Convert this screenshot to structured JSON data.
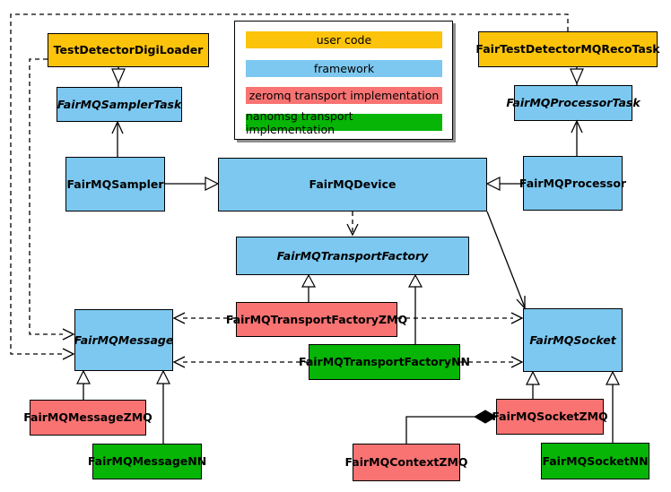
{
  "colors": {
    "user_code": "#fcc30b",
    "framework": "#7cc8f0",
    "zeromq": "#f97373",
    "nanomsg": "#06b506",
    "line": "#000000",
    "background": "#ffffff"
  },
  "legend": {
    "items": [
      {
        "label": "user code",
        "color": "#fcc30b"
      },
      {
        "label": "framework",
        "color": "#7cc8f0"
      },
      {
        "label": "zeromq transport implementation",
        "color": "#f97373"
      },
      {
        "label": "nanomsg transport implementation",
        "color": "#06b506"
      }
    ]
  },
  "nodes": {
    "test_detector_digi_loader": {
      "label": "TestDetectorDigiLoader",
      "category": "user code",
      "abstract": false
    },
    "fair_test_detector_mq_reco_task": {
      "label": "FairTestDetectorMQRecoTask",
      "category": "user code",
      "abstract": false
    },
    "fairmq_sampler_task": {
      "label": "FairMQSamplerTask",
      "category": "framework",
      "abstract": true
    },
    "fairmq_processor_task": {
      "label": "FairMQProcessorTask",
      "category": "framework",
      "abstract": true
    },
    "fairmq_sampler": {
      "label": "FairMQSampler",
      "category": "framework",
      "abstract": false
    },
    "fairmq_device": {
      "label": "FairMQDevice",
      "category": "framework",
      "abstract": false
    },
    "fairmq_processor": {
      "label": "FairMQProcessor",
      "category": "framework",
      "abstract": false
    },
    "fairmq_transport_factory": {
      "label": "FairMQTransportFactory",
      "category": "framework",
      "abstract": true
    },
    "fairmq_transport_factory_zmq": {
      "label": "FairMQTransportFactoryZMQ",
      "category": "zeromq",
      "abstract": false
    },
    "fairmq_transport_factory_nn": {
      "label": "FairMQTransportFactoryNN",
      "category": "nanomsg",
      "abstract": false
    },
    "fairmq_message": {
      "label": "FairMQMessage",
      "category": "framework",
      "abstract": true
    },
    "fairmq_socket": {
      "label": "FairMQSocket",
      "category": "framework",
      "abstract": true
    },
    "fairmq_message_zmq": {
      "label": "FairMQMessageZMQ",
      "category": "zeromq",
      "abstract": false
    },
    "fairmq_message_nn": {
      "label": "FairMQMessageNN",
      "category": "nanomsg",
      "abstract": false
    },
    "fairmq_context_zmq": {
      "label": "FairMQContextZMQ",
      "category": "zeromq",
      "abstract": false
    },
    "fairmq_socket_zmq": {
      "label": "FairMQSocketZMQ",
      "category": "zeromq",
      "abstract": false
    },
    "fairmq_socket_nn": {
      "label": "FairMQSocketNN",
      "category": "nanomsg",
      "abstract": false
    }
  },
  "edges": [
    {
      "from": "TestDetectorDigiLoader",
      "to": "FairMQSamplerTask",
      "type": "generalization-hollow-triangle",
      "style": "solid"
    },
    {
      "from": "FairTestDetectorMQRecoTask",
      "to": "FairMQProcessorTask",
      "type": "generalization-hollow-triangle",
      "style": "solid"
    },
    {
      "from": "FairMQSampler",
      "to": "FairMQSamplerTask",
      "type": "open-arrow",
      "style": "solid"
    },
    {
      "from": "FairMQProcessor",
      "to": "FairMQProcessorTask",
      "type": "open-arrow",
      "style": "solid"
    },
    {
      "from": "FairMQSampler",
      "to": "FairMQDevice",
      "type": "generalization-hollow-triangle",
      "style": "solid"
    },
    {
      "from": "FairMQProcessor",
      "to": "FairMQDevice",
      "type": "generalization-hollow-triangle",
      "style": "solid"
    },
    {
      "from": "FairMQDevice",
      "to": "FairMQTransportFactory",
      "type": "open-arrow",
      "style": "dashed"
    },
    {
      "from": "FairMQDevice",
      "to": "FairMQSocket",
      "type": "open-arrow",
      "style": "solid"
    },
    {
      "from": "FairMQTransportFactoryZMQ",
      "to": "FairMQTransportFactory",
      "type": "generalization-hollow-triangle",
      "style": "solid"
    },
    {
      "from": "FairMQTransportFactoryNN",
      "to": "FairMQTransportFactory",
      "type": "generalization-hollow-triangle",
      "style": "solid"
    },
    {
      "from": "FairMQTransportFactoryZMQ",
      "to": "FairMQMessage",
      "type": "open-arrow",
      "style": "dashed"
    },
    {
      "from": "FairMQTransportFactoryZMQ",
      "to": "FairMQSocket",
      "type": "open-arrow",
      "style": "dashed"
    },
    {
      "from": "FairMQTransportFactoryNN",
      "to": "FairMQMessage",
      "type": "open-arrow",
      "style": "dashed"
    },
    {
      "from": "FairMQTransportFactoryNN",
      "to": "FairMQSocket",
      "type": "open-arrow",
      "style": "dashed"
    },
    {
      "from": "TestDetectorDigiLoader",
      "to": "FairMQMessage",
      "type": "open-arrow",
      "style": "dashed",
      "route": "left margin"
    },
    {
      "from": "FairTestDetectorMQRecoTask",
      "to": "FairMQMessage",
      "type": "open-arrow",
      "style": "dashed",
      "route": "top and left margin"
    },
    {
      "from": "FairMQMessageZMQ",
      "to": "FairMQMessage",
      "type": "generalization-hollow-triangle",
      "style": "solid"
    },
    {
      "from": "FairMQMessageNN",
      "to": "FairMQMessage",
      "type": "generalization-hollow-triangle",
      "style": "solid"
    },
    {
      "from": "FairMQSocketZMQ",
      "to": "FairMQSocket",
      "type": "generalization-hollow-triangle",
      "style": "solid"
    },
    {
      "from": "FairMQSocketNN",
      "to": "FairMQSocket",
      "type": "generalization-hollow-triangle",
      "style": "solid"
    },
    {
      "from": "FairMQContextZMQ",
      "to": "FairMQSocketZMQ",
      "type": "composition-filled-diamond",
      "style": "solid"
    }
  ]
}
